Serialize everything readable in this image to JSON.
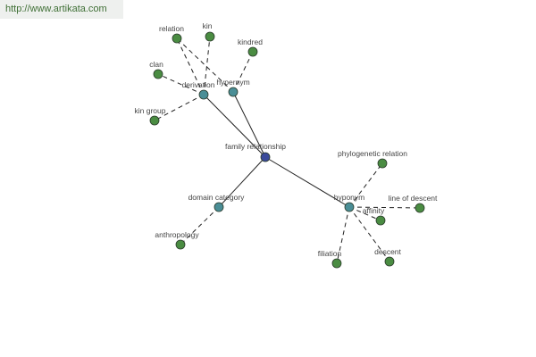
{
  "site": {
    "url": "http://www.artikata.com"
  },
  "colors": {
    "root": "#3a4a9a",
    "relation": "#4a8e96",
    "term": "#4a8c42",
    "badge_text": "#3f6f35"
  },
  "nodes": [
    {
      "id": "root",
      "label": "family relationship",
      "kind": "root"
    },
    {
      "id": "derivation",
      "label": "derivation",
      "kind": "relation"
    },
    {
      "id": "hypernym",
      "label": "hypernym",
      "kind": "relation"
    },
    {
      "id": "domain",
      "label": "domain category",
      "kind": "relation"
    },
    {
      "id": "hyponym",
      "label": "hyponym",
      "kind": "relation"
    },
    {
      "id": "relation",
      "label": "relation",
      "kind": "term"
    },
    {
      "id": "kin",
      "label": "kin",
      "kind": "term"
    },
    {
      "id": "kindred",
      "label": "kindred",
      "kind": "term"
    },
    {
      "id": "clan",
      "label": "clan",
      "kind": "term"
    },
    {
      "id": "kingroup",
      "label": "kin group",
      "kind": "term"
    },
    {
      "id": "anthropology",
      "label": "anthropology",
      "kind": "term"
    },
    {
      "id": "phylo",
      "label": "phylogenetic relation",
      "kind": "term"
    },
    {
      "id": "lineofdescent",
      "label": "line of descent",
      "kind": "term"
    },
    {
      "id": "affinity",
      "label": "affinity",
      "kind": "term"
    },
    {
      "id": "filiation",
      "label": "filiation",
      "kind": "term"
    },
    {
      "id": "descent",
      "label": "descent",
      "kind": "term"
    }
  ],
  "edges": [
    {
      "from": "root",
      "to": "derivation",
      "style": "solid"
    },
    {
      "from": "root",
      "to": "hypernym",
      "style": "solid"
    },
    {
      "from": "root",
      "to": "domain",
      "style": "solid"
    },
    {
      "from": "root",
      "to": "hyponym",
      "style": "solid"
    },
    {
      "from": "derivation",
      "to": "relation",
      "style": "dashed"
    },
    {
      "from": "derivation",
      "to": "kin",
      "style": "dashed"
    },
    {
      "from": "derivation",
      "to": "clan",
      "style": "dashed"
    },
    {
      "from": "derivation",
      "to": "kingroup",
      "style": "dashed"
    },
    {
      "from": "hypernym",
      "to": "kindred",
      "style": "dashed"
    },
    {
      "from": "hypernym",
      "to": "relation",
      "style": "dashed"
    },
    {
      "from": "domain",
      "to": "anthropology",
      "style": "dashed"
    },
    {
      "from": "hyponym",
      "to": "phylo",
      "style": "dashed"
    },
    {
      "from": "hyponym",
      "to": "lineofdescent",
      "style": "dashed"
    },
    {
      "from": "hyponym",
      "to": "affinity",
      "style": "dashed"
    },
    {
      "from": "hyponym",
      "to": "filiation",
      "style": "dashed"
    },
    {
      "from": "hyponym",
      "to": "descent",
      "style": "dashed"
    }
  ]
}
